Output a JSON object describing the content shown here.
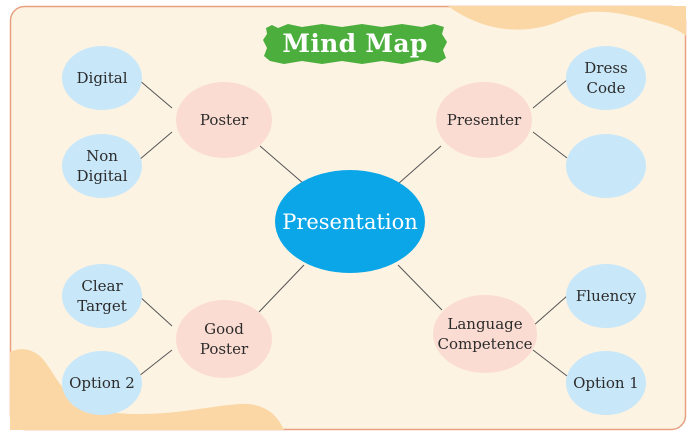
{
  "title": "Mind Map",
  "center": {
    "label": "Presentation"
  },
  "branches": {
    "poster": {
      "label": "Poster"
    },
    "presenter": {
      "label": "Presenter"
    },
    "good_poster": {
      "label": "Good\nPoster"
    },
    "language_competence": {
      "label": "Language\nCompetence"
    }
  },
  "leaves": {
    "digital": {
      "label": "Digital"
    },
    "non_digital": {
      "label": "Non\nDigital"
    },
    "dress_code": {
      "label": "Dress\nCode"
    },
    "presenter_blank": {
      "label": ""
    },
    "clear_target": {
      "label": "Clear\nTarget"
    },
    "option_2": {
      "label": "Option 2"
    },
    "fluency": {
      "label": "Fluency"
    },
    "option_1": {
      "label": "Option 1"
    }
  },
  "colors": {
    "background": "#fdf3e3",
    "border": "#e8a081",
    "blob": "#fad7a5",
    "banner": "#4cae3d",
    "center": "#0aa6e8",
    "branch": "#fbdcd2",
    "leaf": "#c8e7f9",
    "connector": "#555555"
  }
}
